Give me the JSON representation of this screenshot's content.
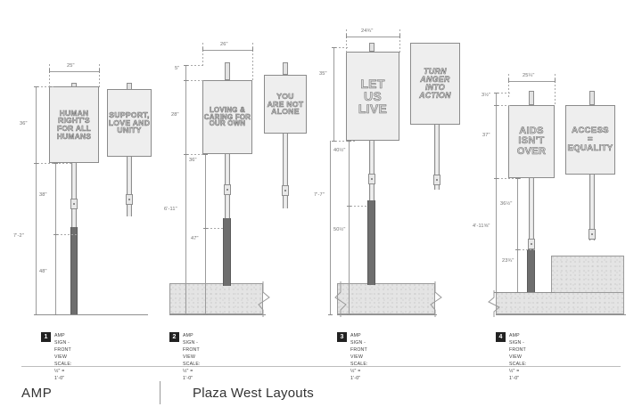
{
  "footer": {
    "brand": "AMP",
    "title": "Plaza West Layouts"
  },
  "caption_common": {
    "title": "AMP SIGN - FRONT VIEW",
    "scale": "SCALE: ½\" = 1'-0\""
  },
  "groups": [
    {
      "number": "1",
      "caption_title": "AMP SIGN - FRONT VIEW",
      "caption_scale": "SCALE: ½\" = 1'-0\"",
      "width_dim": "25\"",
      "dims": [
        "36\"",
        "38\"",
        "7'-2\"",
        "48\""
      ],
      "signs": [
        {
          "lines": [
            "HUMAN",
            "RIGHT'S",
            "FOR ALL",
            "HUMANS"
          ],
          "style": "upright"
        },
        {
          "lines": [
            "SUPPORT,",
            "LOVE AND",
            "UNITY"
          ],
          "style": "upright"
        }
      ]
    },
    {
      "number": "2",
      "caption_title": "AMP SIGN - FRONT VIEW",
      "caption_scale": "SCALE: ½\" = 1'-0\"",
      "width_dim": "26\"",
      "dims": [
        "5\"",
        "28\"",
        "36\"",
        "6'-11\"",
        "47\""
      ],
      "signs": [
        {
          "lines": [
            "LOVING &",
            "CARING FOR",
            "OUR OWN"
          ],
          "style": "upright"
        },
        {
          "lines": [
            "YOU",
            "ARE NOT",
            "ALONE"
          ],
          "style": "upright"
        }
      ]
    },
    {
      "number": "3",
      "caption_title": "AMP SIGN - FRONT VIEW",
      "caption_scale": "SCALE: ½\" = 1'-0\"",
      "width_dim": "24¾\"",
      "dims": [
        "35\"",
        "40½\"",
        "7'-7\"",
        "50½\""
      ],
      "signs": [
        {
          "lines": [
            "LET",
            "US",
            "LIVE"
          ],
          "style": "upright"
        },
        {
          "lines": [
            "TURN",
            "ANGER",
            "INTO",
            "ACTION"
          ],
          "style": "italic"
        }
      ]
    },
    {
      "number": "4",
      "caption_title": "AMP SIGN - FRONT VIEW",
      "caption_scale": "SCALE: ½\" = 1'-0\"",
      "width_dim": "25¼\"",
      "dims": [
        "3½\"",
        "37\"",
        "36½\"",
        "4'-11⅝\"",
        "23¾\""
      ],
      "signs": [
        {
          "lines": [
            "AIDS",
            "ISN'T",
            "OVER"
          ],
          "style": "upright"
        },
        {
          "lines": [
            "ACCESS",
            "=",
            "EQUALITY"
          ],
          "style": "upright"
        }
      ]
    }
  ],
  "colors": {
    "panel_fill": "#eeeeee",
    "panel_stroke": "#8b8b8b",
    "post_dark": "#6e6e6e",
    "ground": "#e4e4e4",
    "dimension": "#9b9b9b",
    "text": "#3a3a3a"
  }
}
